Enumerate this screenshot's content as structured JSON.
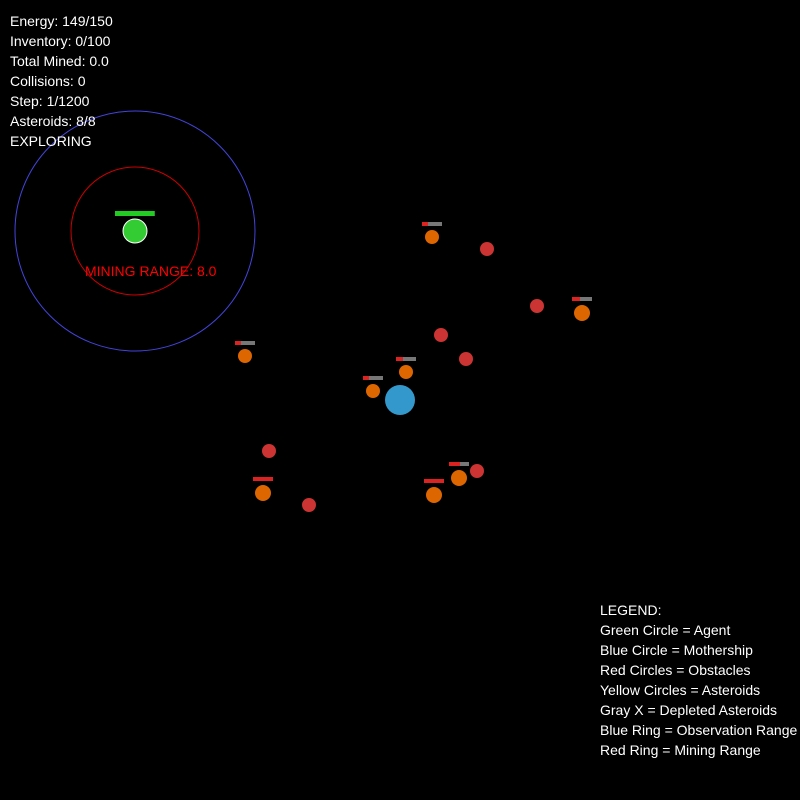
{
  "hud": {
    "energy": "Energy: 149/150",
    "inventory": "Inventory: 0/100",
    "total_mined": "Total Mined: 0.0",
    "collisions": "Collisions: 0",
    "step": "Step: 1/1200",
    "asteroids": "Asteroids: 8/8",
    "state": "EXPLORING"
  },
  "mining_range_label": "MINING RANGE: 8.0",
  "legend": {
    "title": "LEGEND:",
    "items": [
      "Green Circle = Agent",
      "Blue Circle = Mothership",
      "Red Circles = Obstacles",
      "Yellow Circles = Asteroids",
      "Gray X = Depleted Asteroids",
      "Blue Ring = Observation Range",
      "Red Ring = Mining Range"
    ]
  },
  "colors": {
    "background": "#000000",
    "agent": "#33cc33",
    "agent_energy_bar": "#22cc22",
    "mothership": "#3399cc",
    "obstacle": "#cc3333",
    "asteroid": "#dd6600",
    "observation_ring": "#4444dd",
    "mining_ring": "#cc0000",
    "bar_full": "#dd2222",
    "bar_empty": "#777777"
  },
  "agent": {
    "energy_fraction": 0.993
  },
  "asteroids": [
    {
      "id": 1,
      "resource_fraction": 0.3
    },
    {
      "id": 2,
      "resource_fraction": 0.4
    },
    {
      "id": 3,
      "resource_fraction": 0.3
    },
    {
      "id": 4,
      "resource_fraction": 0.35
    },
    {
      "id": 5,
      "resource_fraction": 0.3
    },
    {
      "id": 6,
      "resource_fraction": 1.0
    },
    {
      "id": 7,
      "resource_fraction": 1.0
    },
    {
      "id": 8,
      "resource_fraction": 0.55
    }
  ]
}
